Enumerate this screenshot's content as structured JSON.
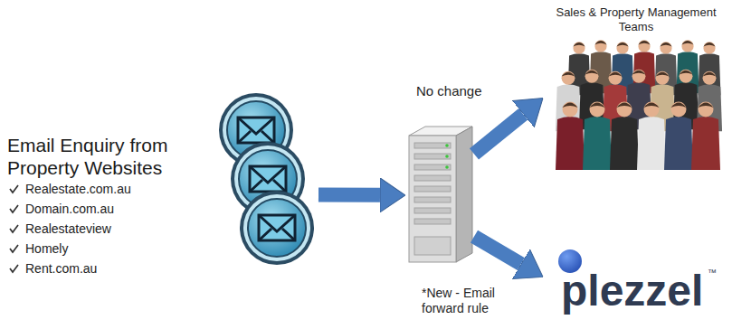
{
  "diagram": {
    "nodes": [
      {
        "text": [
          "Email Enquiry from Property Websites",
          "Realestate.com.au",
          "Domain.com.au",
          "Realestateview",
          "Homely",
          "Rent.com.au"
        ]
      },
      {
        "text": []
      },
      {
        "text": [
          "Sales & Property Management Teams"
        ]
      },
      {
        "text": [
          "plezzel"
        ]
      }
    ],
    "edges": [
      {
        "from": 0,
        "to": 1,
        "arrow": "to"
      },
      {
        "from": 1,
        "to": 2,
        "label": "No change",
        "arrow": "to"
      },
      {
        "from": 1,
        "to": 3,
        "label": "*New - Email forward rule",
        "arrow": "to"
      }
    ],
    "labels": [
      "™"
    ]
  }
}
